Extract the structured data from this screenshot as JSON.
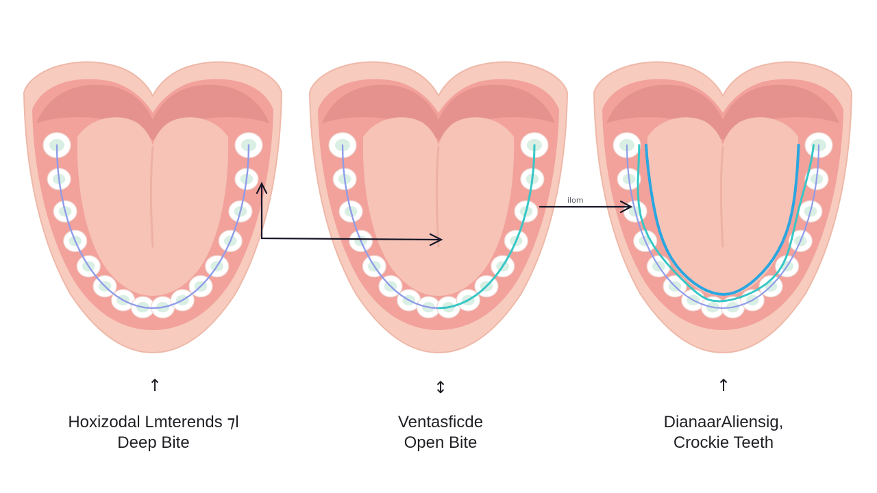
{
  "panels": [
    {
      "id": "deep-bite",
      "arrow_glyph": "↑",
      "label_line1": "Hoxizodal Lmterends ⁊l",
      "label_line2": "Deep Bite",
      "wire_colors": [
        "#8f9ce8"
      ]
    },
    {
      "id": "open-bite",
      "arrow_glyph": "↕",
      "label_line1": "Ventasficde",
      "label_line2": "Open Bite",
      "wire_colors": [
        "#8f9ce8",
        "#37c6c6"
      ]
    },
    {
      "id": "crooked-teeth",
      "arrow_glyph": "↑",
      "label_line1": "DianaarAliensig,",
      "label_line2": "Crockie Teeth",
      "wire_colors": [
        "#2aa6e0",
        "#37c6c6",
        "#8f9ce8"
      ]
    }
  ],
  "connector_label": "ilom",
  "colors": {
    "mouth_outer": "#f7cbbe",
    "mouth_edge": "#eeb8a8",
    "gum": "#f2a19b",
    "palate_shadow": "#e08d8a",
    "tongue": "#f6c3b6",
    "tooth": "#ffffff",
    "tooth_tint": "#c9e8d8",
    "arrow": "#161628"
  }
}
